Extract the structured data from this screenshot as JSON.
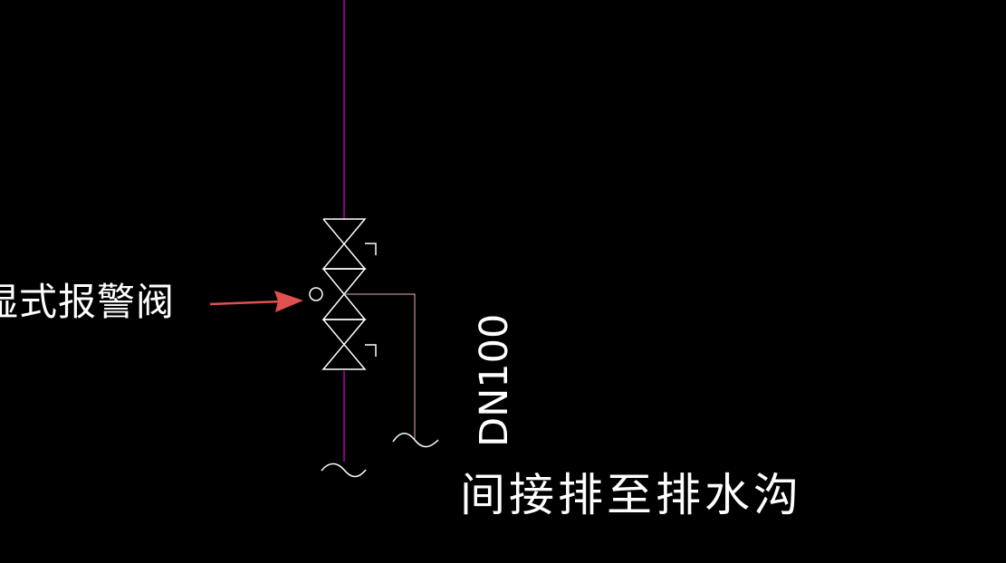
{
  "drawing": {
    "background_color": "#000000",
    "pipe_color": "#b400b4",
    "drain_color": "#e8b0b0",
    "symbol_color": "#ffffff",
    "arrow_color": "#e05050",
    "valve_label": "湿式报警阀",
    "valve_label_visible": "湿式报警阀",
    "pipe_size_label": "DN100",
    "drain_note": "间接排至排水沟"
  }
}
